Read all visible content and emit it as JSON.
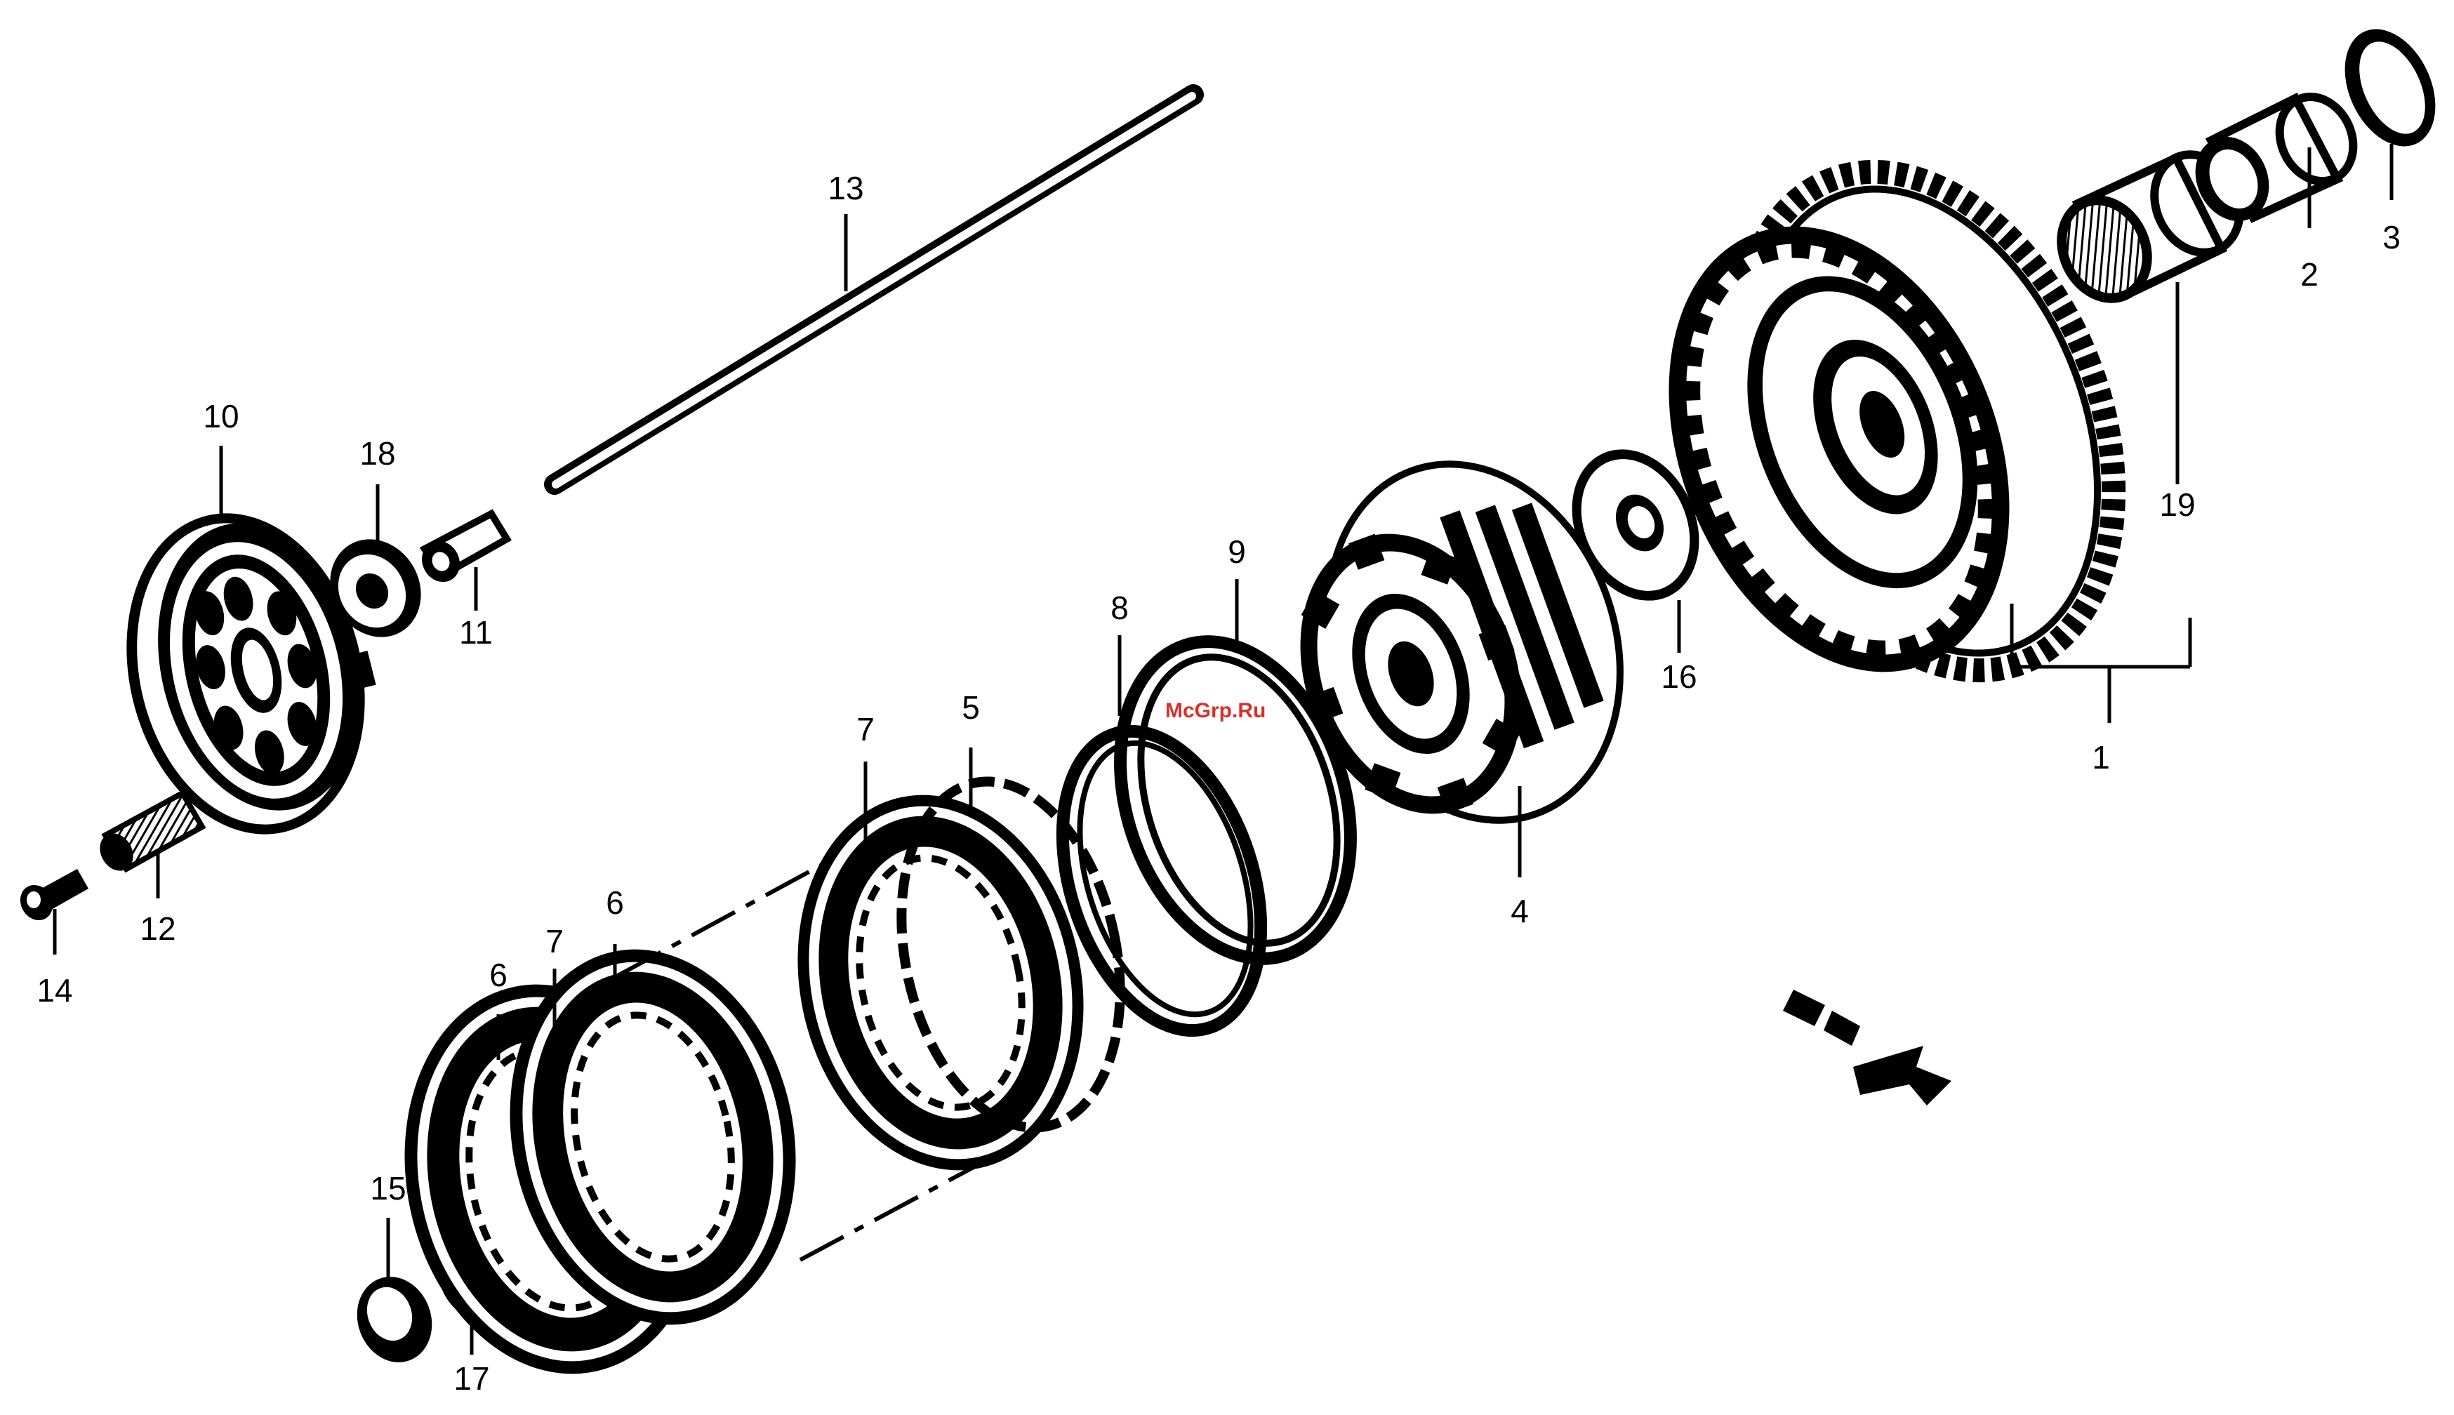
{
  "watermark": "McGrp.Ru",
  "ink_color": "#000000",
  "watermark_color": "#d9302a",
  "callouts": [
    {
      "key": "c1",
      "label": "1"
    },
    {
      "key": "c2",
      "label": "2"
    },
    {
      "key": "c3",
      "label": "3"
    },
    {
      "key": "c4",
      "label": "4"
    },
    {
      "key": "c5",
      "label": "5"
    },
    {
      "key": "c6a",
      "label": "6"
    },
    {
      "key": "c6b",
      "label": "6"
    },
    {
      "key": "c7a",
      "label": "7"
    },
    {
      "key": "c7b",
      "label": "7"
    },
    {
      "key": "c8",
      "label": "8"
    },
    {
      "key": "c9",
      "label": "9"
    },
    {
      "key": "c10",
      "label": "10"
    },
    {
      "key": "c11",
      "label": "11"
    },
    {
      "key": "c12",
      "label": "12"
    },
    {
      "key": "c13",
      "label": "13"
    },
    {
      "key": "c14",
      "label": "14"
    },
    {
      "key": "c15",
      "label": "15"
    },
    {
      "key": "c16",
      "label": "16"
    },
    {
      "key": "c17",
      "label": "17"
    },
    {
      "key": "c18",
      "label": "18"
    },
    {
      "key": "c19",
      "label": "19"
    }
  ]
}
